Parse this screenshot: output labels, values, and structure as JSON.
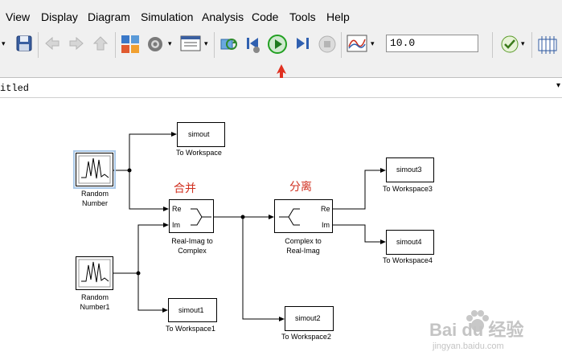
{
  "menu": [
    "View",
    "Display",
    "Diagram",
    "Simulation",
    "Analysis",
    "Code",
    "Tools",
    "Help"
  ],
  "toolbar": {
    "stop_time": "10.0"
  },
  "model": {
    "name": "itled"
  },
  "blocks": {
    "random1": {
      "label": "Random\nNumber"
    },
    "random2": {
      "label": "Random\nNumber1"
    },
    "simout": {
      "var": "simout",
      "label": "To Workspace"
    },
    "simout1": {
      "var": "simout1",
      "label": "To Workspace1"
    },
    "simout2": {
      "var": "simout2",
      "label": "To Workspace2"
    },
    "simout3": {
      "var": "simout3",
      "label": "To Workspace3"
    },
    "simout4": {
      "var": "simout4",
      "label": "To Workspace4"
    },
    "ri2c": {
      "port_re": "Re",
      "port_im": "Im",
      "label": "Real-Imag to\nComplex"
    },
    "c2ri": {
      "port_re": "Re",
      "port_im": "Im",
      "label": "Complex to\nReal-Imag"
    }
  },
  "annotations": {
    "merge": "合并",
    "split": "分离"
  },
  "watermark": {
    "brand": "Bai du 经验",
    "url": "jingyan.baidu.com"
  },
  "colors": {
    "annotation": "#d03020",
    "selection": "#a9c8e8",
    "run_button": "#22a022"
  }
}
